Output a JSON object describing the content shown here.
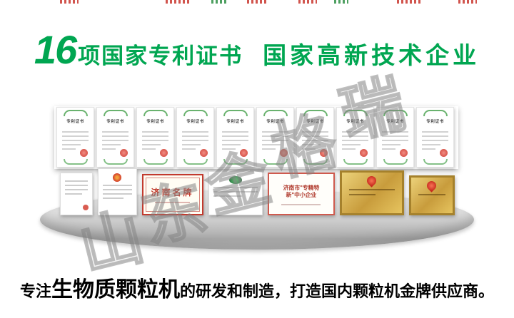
{
  "headline": {
    "count": "16",
    "patent_label": "项国家专利证书",
    "hitech_label": "国家高新技术企业",
    "accent_color": "#00a651"
  },
  "patent_certificates": {
    "count": 10,
    "title": "专利证书"
  },
  "honor_items": {
    "jinan_brand_label": "济南名牌",
    "specialized_label": "济南市\"专精特新\"中小企业"
  },
  "watermark": {
    "text": "山东金格瑞",
    "chars": [
      "山",
      "东",
      "金",
      "格",
      "瑞"
    ]
  },
  "footer": {
    "prefix": "专注",
    "highlight": "生物质颗粒机",
    "suffix": "的研发和制造，打造国内颗粒机金牌供应商。"
  },
  "colors": {
    "green": "#00a651",
    "gold": "#c89c3c",
    "red": "#c0392b",
    "platform_gray": "#ababab"
  }
}
